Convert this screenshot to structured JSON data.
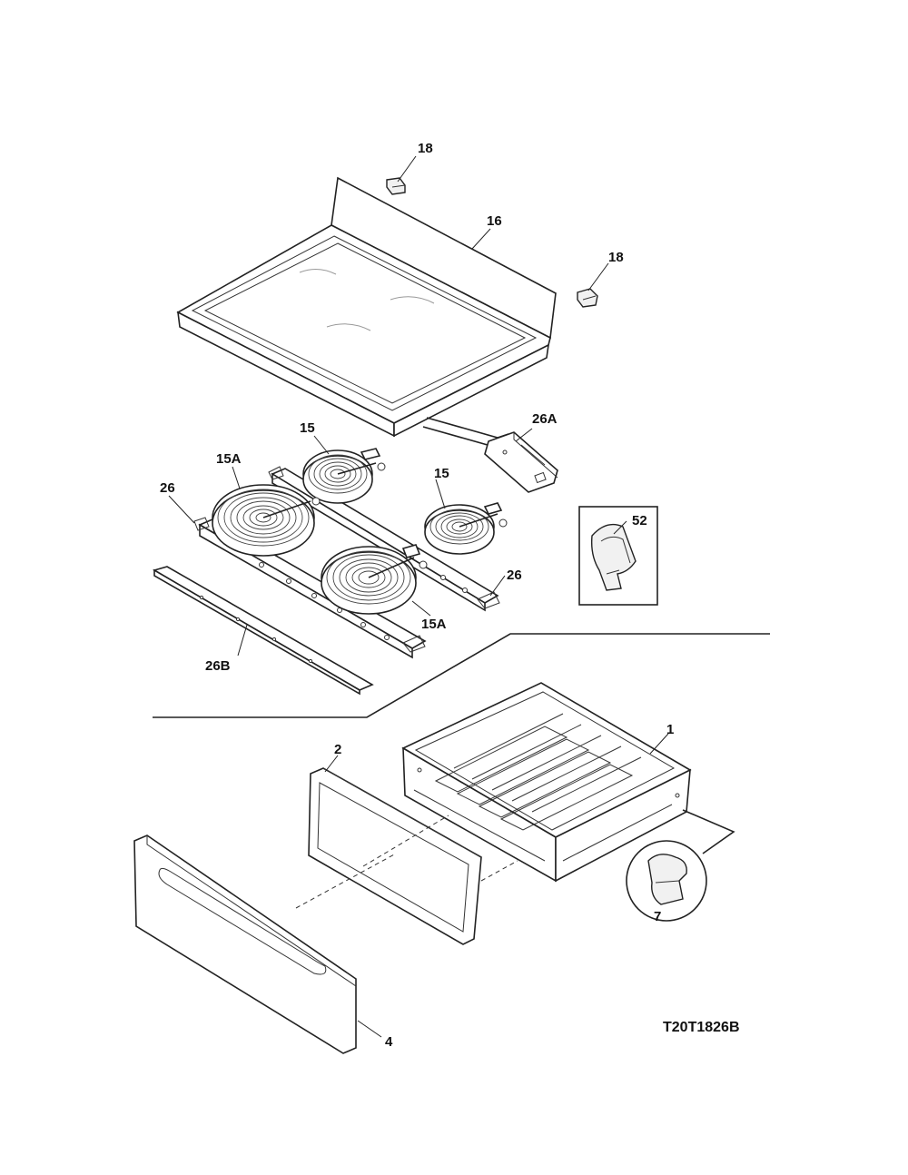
{
  "diagram": {
    "labels": {
      "p18a": "18",
      "p16": "16",
      "p18b": "18",
      "p26A": "26A",
      "p15a": "15",
      "p15Aa": "15A",
      "p26a": "26",
      "p15b": "15",
      "p52": "52",
      "p26b": "26",
      "p15Ab": "15A",
      "p26B": "26B",
      "p1": "1",
      "p2": "2",
      "p7": "7",
      "p4": "4"
    },
    "drawing_code": "T20T1826B"
  }
}
